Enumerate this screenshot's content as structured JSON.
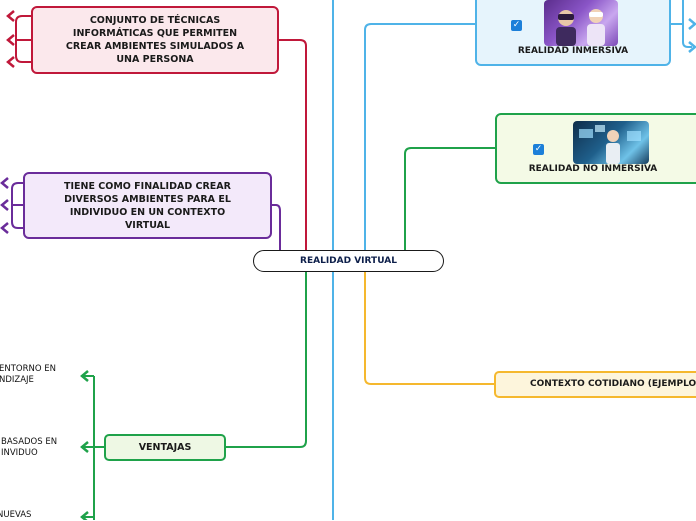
{
  "root": {
    "label": "REALIDAD VIRTUAL"
  },
  "left_branches": {
    "definition": {
      "label": "CONJUNTO DE TÉCNICAS\nINFORMÁTICAS QUE PERMITEN\nCREAR AMBIENTES SIMULADOS A\nUNA PERSONA"
    },
    "purpose": {
      "label": "TIENE COMO FINALIDAD CREAR\nDIVERSOS AMBIENTES PARA EL\nINDIVIDUO EN UN CONTEXTO\nVIRTUAL"
    },
    "advantages": {
      "label": "VENTAJAS",
      "children": [
        "ENTORNO EN\nNDIZAJE",
        "BASADOS EN\nINVIDUO",
        "NUEVAS"
      ]
    }
  },
  "right_branches": {
    "immersive": {
      "label": "REALIDAD INMERSIVA",
      "checked": true
    },
    "non_immersive": {
      "label": "REALIDAD NO INMERSIVA",
      "checked": true
    },
    "context": {
      "label": "CONTEXTO COTIDIANO (EJEMPLO"
    }
  },
  "colors": {
    "root_border": "#1a1a1a",
    "definition": "#c0183a",
    "purpose": "#6a2c9a",
    "advantages": "#1fa24a",
    "immersive": "#4fb3e8",
    "non_immersive": "#1fa24a",
    "context": "#f5b82e"
  },
  "icons": {
    "checkbox": "checkbox-icon",
    "arrow": "arrowhead-icon",
    "immersive_image": "vr-headset-people-image",
    "non_immersive_image": "person-with-holographic-screens-image"
  }
}
